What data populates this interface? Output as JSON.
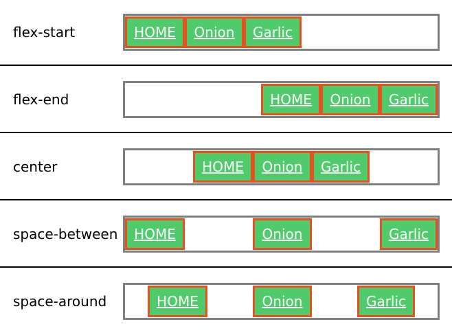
{
  "rows": [
    {
      "label": "flex-start",
      "justify": "flex-start",
      "items": [
        "HOME",
        "Onion",
        "Garlic"
      ]
    },
    {
      "label": "flex-end",
      "justify": "flex-end",
      "items": [
        "HOME",
        "Onion",
        "Garlic"
      ]
    },
    {
      "label": "center",
      "justify": "center",
      "items": [
        "HOME",
        "Onion",
        "Garlic"
      ]
    },
    {
      "label": "space-between",
      "justify": "space-between",
      "items": [
        "HOME",
        "Onion",
        "Garlic"
      ]
    },
    {
      "label": "space-around",
      "justify": "space-around",
      "items": [
        "HOME",
        "Onion",
        "Garlic"
      ]
    }
  ],
  "colors": {
    "item_background": "#4fcb6b",
    "item_border": "#e8501f",
    "container_border": "#808080",
    "divider": "#000000"
  }
}
